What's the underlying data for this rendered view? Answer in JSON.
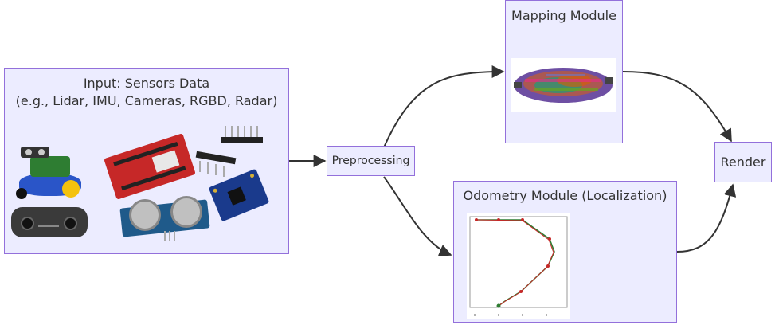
{
  "nodes": {
    "input": {
      "title_line1": "Input: Sensors Data",
      "title_line2": "(e.g., Lidar, IMU, Cameras, RGBD, Radar)"
    },
    "preprocessing": {
      "label": "Preprocessing"
    },
    "mapping": {
      "title": "Mapping Module"
    },
    "odometry": {
      "title": "Odometry Module (Localization)"
    },
    "render": {
      "label": "Render"
    }
  },
  "colors": {
    "node_fill": "#ECECFF",
    "node_border": "#9370DB",
    "edge": "#333333"
  }
}
